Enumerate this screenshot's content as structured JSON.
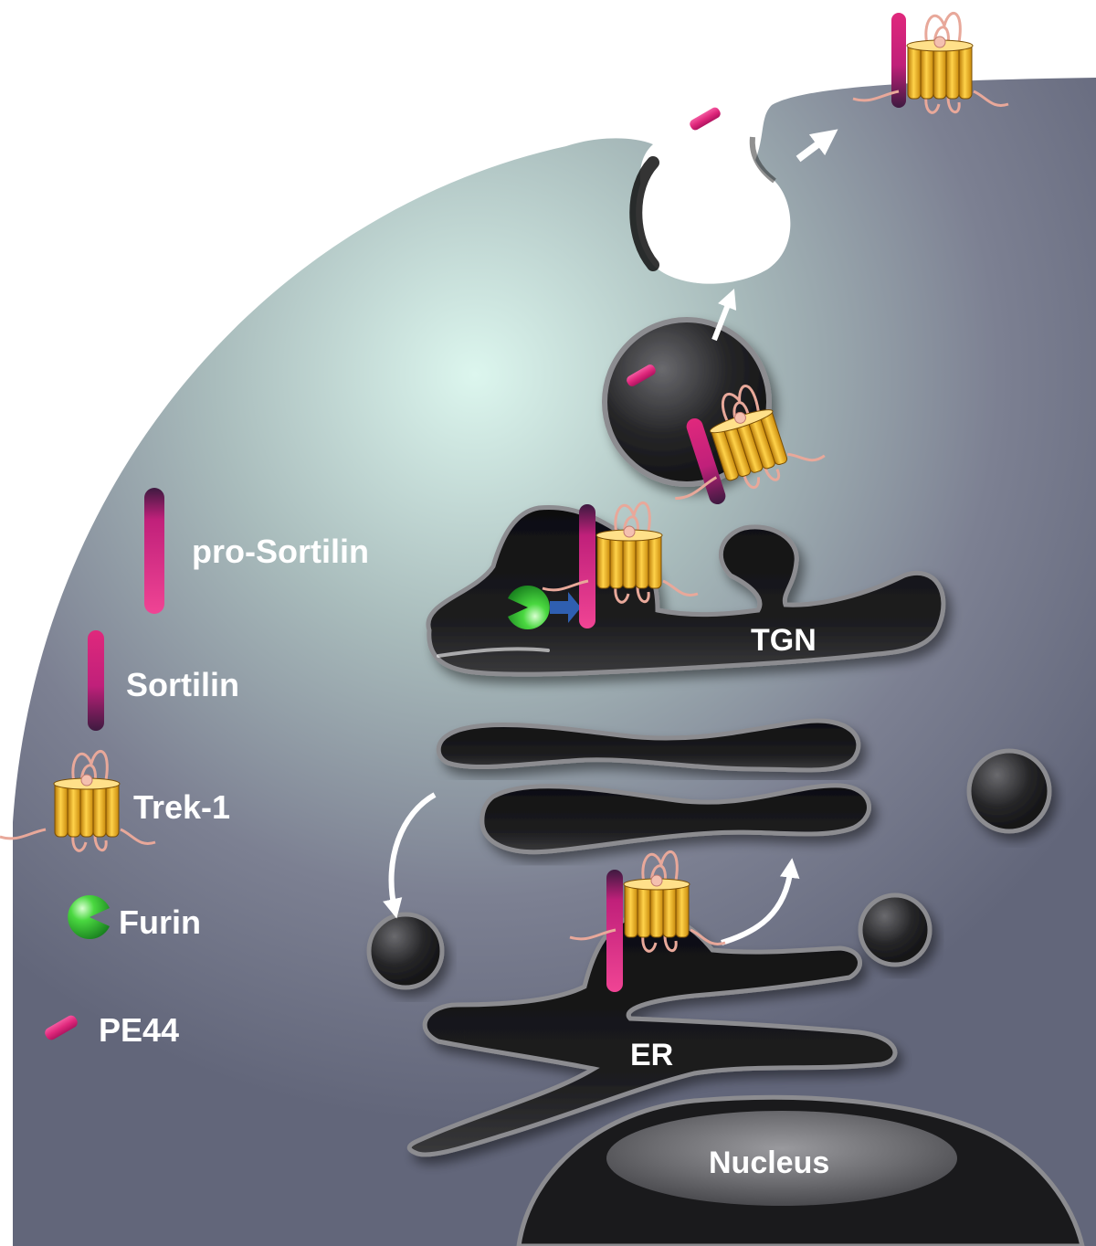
{
  "legend": [
    {
      "key": "pro_sortilin",
      "label": "pro-Sortilin",
      "icon": "pro-sortilin-icon"
    },
    {
      "key": "sortilin",
      "label": "Sortilin",
      "icon": "sortilin-icon"
    },
    {
      "key": "trek1",
      "label": "Trek-1",
      "icon": "trek1-channel-icon"
    },
    {
      "key": "furin",
      "label": "Furin",
      "icon": "furin-enzyme-icon"
    },
    {
      "key": "pe44",
      "label": "PE44",
      "icon": "pe44-peptide-icon"
    }
  ],
  "organelles": {
    "tgn": "TGN",
    "er": "ER",
    "nucleus": "Nucleus"
  },
  "colors": {
    "cytoplasm_center": "#d9f2ea",
    "cytoplasm_edge": "#6a6e80",
    "organelle_fill": "#1c1c1e",
    "organelle_rim": "#8c8c90",
    "sortilin_pink": "#e0287c",
    "sortilin_purple": "#4a1f4a",
    "trek1_gold": "#f2b21c",
    "trek1_loops": "#e8a89a",
    "furin_green": "#2fc23a",
    "arrow_white": "#ffffff",
    "arrow_blue": "#2f5fb0"
  }
}
